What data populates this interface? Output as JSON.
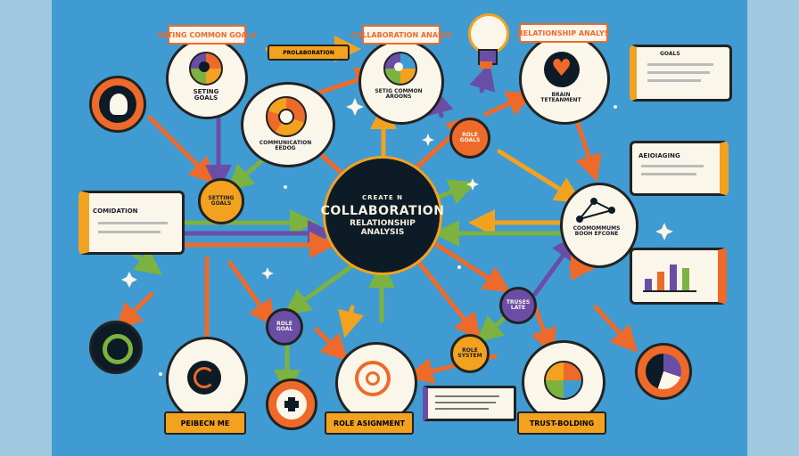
{
  "center": {
    "line1": "CREATE N",
    "line2": "COLLABORATION",
    "line3": "RELATIONSHIP",
    "line4": "ANALYSIS"
  },
  "tags": {
    "top_left": "SETING COMMON GOALS",
    "top_left_arrow": "PROLABORATION",
    "top_center": "COLLABORATION ANALYS",
    "top_right": "RELATIONSHIP ANALYS",
    "mid_purple": "ROLE GOAL",
    "center_bottom": "ROLE SYSTEM",
    "trust_small": "TRUSES LATE",
    "bottom_left": "PEIBECN ME",
    "bottom_center": "ROLE ASIGNMENT",
    "bottom_right": "TRUST-BOLDING",
    "role_goals": "ROLE GOALS"
  },
  "node_labels": {
    "top_left": "SETING GOALS",
    "top_center": "SETIG COMMON AROONS",
    "top_right": "BRAIN TETEANMENT",
    "communication": "COMMUNICATION EEDOG",
    "setting_goals": "SETTING GOALS",
    "right_mid": "COOMOMMUMS BOOH EFCONE"
  },
  "cards": {
    "top_right": "GOALS",
    "right_upper": "AEIOIAGING",
    "left": "COMIDATION"
  },
  "icons": [
    "head-icon",
    "pie-icon",
    "heart-icon",
    "lightbulb-icon",
    "network-icon",
    "bar-chart-icon",
    "ring-icon"
  ],
  "colors": {
    "background": "#3f9bd1",
    "orange": "#ee6a2a",
    "yellow": "#f3a21f",
    "green": "#7cb23f",
    "purple": "#6a4ea6",
    "hub": "#0d1b26",
    "cream": "#fbf6ea"
  }
}
